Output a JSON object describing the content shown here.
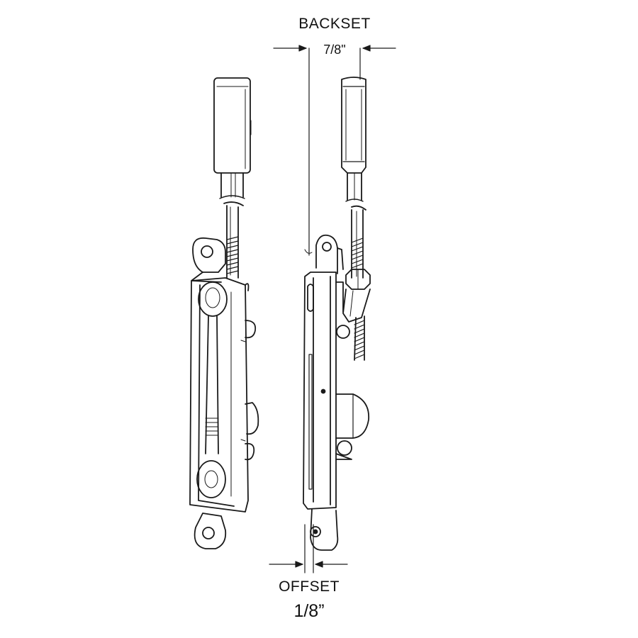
{
  "labels": {
    "backset_title": "BACKSET",
    "backset_value": "7/8\"",
    "offset_title": "OFFSET",
    "offset_value": "1/8”"
  },
  "colors": {
    "line": "#1a1a1a",
    "background": "#ffffff"
  }
}
